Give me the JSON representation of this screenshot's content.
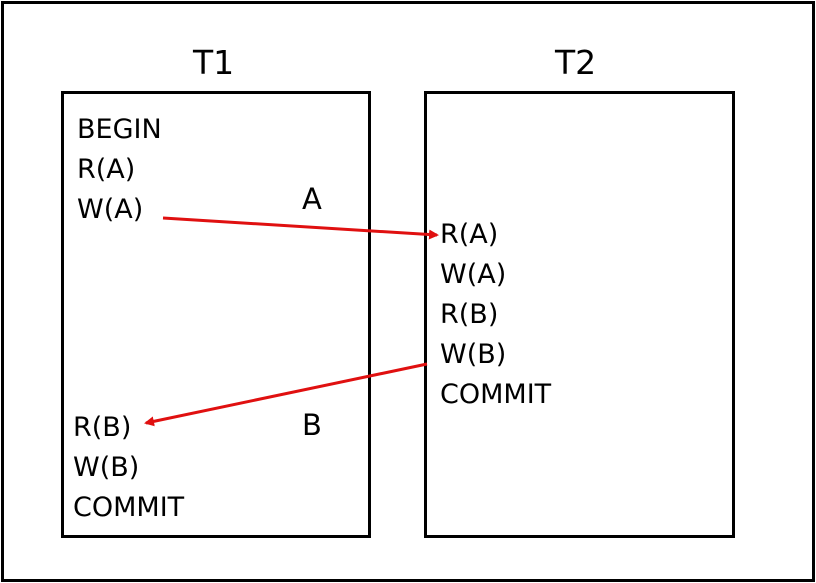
{
  "colors": {
    "arrow": "#e01010",
    "border": "#000000",
    "background": "#ffffff"
  },
  "t1": {
    "title": "T1",
    "ops_top": [
      "BEGIN",
      "R(A)",
      "W(A)"
    ],
    "ops_bottom": [
      "R(B)",
      "W(B)",
      "COMMIT"
    ]
  },
  "t2": {
    "title": "T2",
    "ops": [
      "R(A)",
      "W(A)",
      "R(B)",
      "W(B)",
      "COMMIT"
    ]
  },
  "labels": {
    "a": "A",
    "b": "B"
  }
}
